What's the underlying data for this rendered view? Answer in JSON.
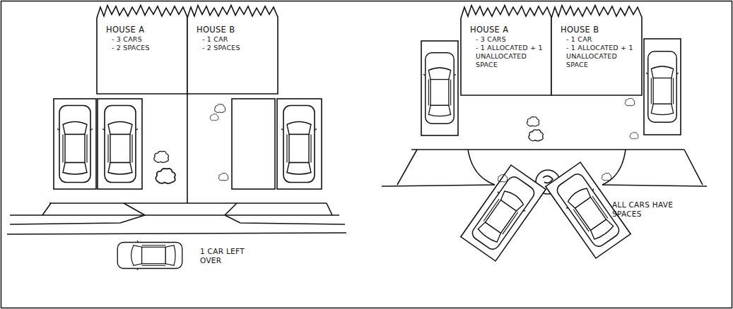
{
  "diagram": {
    "nodes": [
      {
        "text": [
          "HOUSE A",
          "- 3 CARS",
          "- 2 SPACES"
        ]
      },
      {
        "text": [
          "HOUSE B",
          "- 1 CAR",
          "- 2 SPACES"
        ]
      },
      {
        "text": [
          "HOUSE A",
          "- 3 CARS",
          "- 1 ALLOCATED + 1 UNALLOCATED SPACE"
        ]
      },
      {
        "text": [
          "HOUSE B",
          "- 1 CAR",
          "- 1 ALLOCATED + 1 UNALLOCATED SPACE"
        ]
      }
    ],
    "labels": [
      "1 CAR LEFT OVER",
      "ALL CARS HAVE SPACES"
    ]
  }
}
